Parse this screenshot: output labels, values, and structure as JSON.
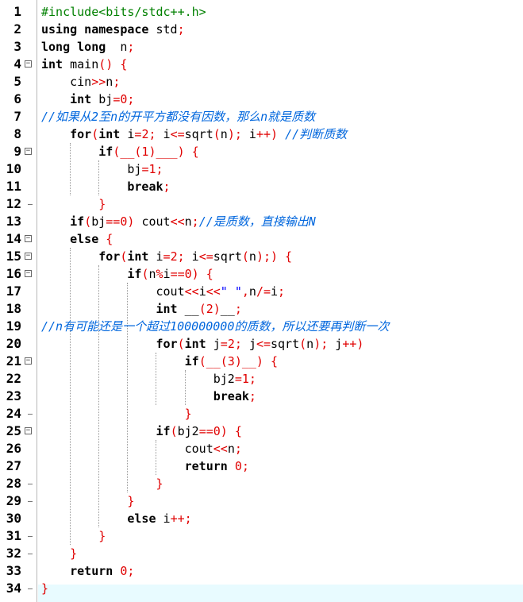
{
  "editor": {
    "lines": [
      {
        "n": "1",
        "tokens": [
          {
            "t": "#include<bits/stdc++.h>",
            "c": "pp"
          }
        ]
      },
      {
        "n": "2",
        "tokens": [
          {
            "t": "using namespace",
            "c": "kw"
          },
          {
            "t": " std"
          },
          {
            "t": ";",
            "c": "op"
          }
        ]
      },
      {
        "n": "3",
        "tokens": [
          {
            "t": "long long",
            "c": "kw"
          },
          {
            "t": "  n"
          },
          {
            "t": ";",
            "c": "op"
          }
        ]
      },
      {
        "n": "4",
        "tokens": [
          {
            "t": "int",
            "c": "kw"
          },
          {
            "t": " main"
          },
          {
            "t": "() {",
            "c": "op"
          }
        ]
      },
      {
        "n": "5",
        "tokens": [
          {
            "t": "    cin"
          },
          {
            "t": ">>",
            "c": "op"
          },
          {
            "t": "n"
          },
          {
            "t": ";",
            "c": "op"
          }
        ]
      },
      {
        "n": "6",
        "tokens": [
          {
            "t": "    "
          },
          {
            "t": "int",
            "c": "kw"
          },
          {
            "t": " bj"
          },
          {
            "t": "=",
            "c": "op"
          },
          {
            "t": "0",
            "c": "num"
          },
          {
            "t": ";",
            "c": "op"
          }
        ]
      },
      {
        "n": "7",
        "tokens": [
          {
            "t": "//如果从2至n的开平方都没有因数，那么n就是质数",
            "c": "cm"
          }
        ]
      },
      {
        "n": "8",
        "tokens": [
          {
            "t": "    "
          },
          {
            "t": "for",
            "c": "kw"
          },
          {
            "t": "(",
            "c": "op"
          },
          {
            "t": "int",
            "c": "kw"
          },
          {
            "t": " i"
          },
          {
            "t": "=",
            "c": "op"
          },
          {
            "t": "2",
            "c": "num"
          },
          {
            "t": "; ",
            "c": "op"
          },
          {
            "t": "i"
          },
          {
            "t": "<=",
            "c": "op"
          },
          {
            "t": "sqrt"
          },
          {
            "t": "(",
            "c": "op"
          },
          {
            "t": "n"
          },
          {
            "t": "); ",
            "c": "op"
          },
          {
            "t": "i"
          },
          {
            "t": "++) ",
            "c": "op"
          },
          {
            "t": "//判断质数",
            "c": "cm"
          }
        ]
      },
      {
        "n": "9",
        "tokens": [
          {
            "t": "        "
          },
          {
            "t": "if",
            "c": "kw"
          },
          {
            "t": "(__(1)___) {",
            "c": "op"
          }
        ]
      },
      {
        "n": "10",
        "tokens": [
          {
            "t": "            bj"
          },
          {
            "t": "=",
            "c": "op"
          },
          {
            "t": "1",
            "c": "num"
          },
          {
            "t": ";",
            "c": "op"
          }
        ]
      },
      {
        "n": "11",
        "tokens": [
          {
            "t": "            "
          },
          {
            "t": "break",
            "c": "kw"
          },
          {
            "t": ";",
            "c": "op"
          }
        ]
      },
      {
        "n": "12",
        "tokens": [
          {
            "t": "        "
          },
          {
            "t": "}",
            "c": "op"
          }
        ]
      },
      {
        "n": "13",
        "tokens": [
          {
            "t": "    "
          },
          {
            "t": "if",
            "c": "kw"
          },
          {
            "t": "(",
            "c": "op"
          },
          {
            "t": "bj"
          },
          {
            "t": "==",
            "c": "op"
          },
          {
            "t": "0",
            "c": "num"
          },
          {
            "t": ") ",
            "c": "op"
          },
          {
            "t": "cout"
          },
          {
            "t": "<<",
            "c": "op"
          },
          {
            "t": "n"
          },
          {
            "t": ";",
            "c": "op"
          },
          {
            "t": "//是质数，直接输出N",
            "c": "cm"
          }
        ]
      },
      {
        "n": "14",
        "tokens": [
          {
            "t": "    "
          },
          {
            "t": "else",
            "c": "kw"
          },
          {
            "t": " {",
            "c": "op"
          }
        ]
      },
      {
        "n": "15",
        "tokens": [
          {
            "t": "        "
          },
          {
            "t": "for",
            "c": "kw"
          },
          {
            "t": "(",
            "c": "op"
          },
          {
            "t": "int",
            "c": "kw"
          },
          {
            "t": " i"
          },
          {
            "t": "=",
            "c": "op"
          },
          {
            "t": "2",
            "c": "num"
          },
          {
            "t": "; ",
            "c": "op"
          },
          {
            "t": "i"
          },
          {
            "t": "<=",
            "c": "op"
          },
          {
            "t": "sqrt"
          },
          {
            "t": "(",
            "c": "op"
          },
          {
            "t": "n"
          },
          {
            "t": ");) {",
            "c": "op"
          }
        ]
      },
      {
        "n": "16",
        "tokens": [
          {
            "t": "            "
          },
          {
            "t": "if",
            "c": "kw"
          },
          {
            "t": "(",
            "c": "op"
          },
          {
            "t": "n"
          },
          {
            "t": "%",
            "c": "op"
          },
          {
            "t": "i"
          },
          {
            "t": "==",
            "c": "op"
          },
          {
            "t": "0",
            "c": "num"
          },
          {
            "t": ") {",
            "c": "op"
          }
        ]
      },
      {
        "n": "17",
        "tokens": [
          {
            "t": "                cout"
          },
          {
            "t": "<<",
            "c": "op"
          },
          {
            "t": "i"
          },
          {
            "t": "<<",
            "c": "op"
          },
          {
            "t": "\" \"",
            "c": "str"
          },
          {
            "t": ",",
            "c": "op"
          },
          {
            "t": "n"
          },
          {
            "t": "/=",
            "c": "op"
          },
          {
            "t": "i"
          },
          {
            "t": ";",
            "c": "op"
          }
        ]
      },
      {
        "n": "18",
        "tokens": [
          {
            "t": "                "
          },
          {
            "t": "int",
            "c": "kw"
          },
          {
            "t": " __"
          },
          {
            "t": "(2)",
            "c": "op"
          },
          {
            "t": "__"
          },
          {
            "t": ";",
            "c": "op"
          }
        ]
      },
      {
        "n": "19",
        "tokens": [
          {
            "t": "//n有可能还是一个超过100000000的质数，所以还要再判断一次",
            "c": "cm"
          }
        ]
      },
      {
        "n": "20",
        "tokens": [
          {
            "t": "                "
          },
          {
            "t": "for",
            "c": "kw"
          },
          {
            "t": "(",
            "c": "op"
          },
          {
            "t": "int",
            "c": "kw"
          },
          {
            "t": " j"
          },
          {
            "t": "=",
            "c": "op"
          },
          {
            "t": "2",
            "c": "num"
          },
          {
            "t": "; ",
            "c": "op"
          },
          {
            "t": "j"
          },
          {
            "t": "<=",
            "c": "op"
          },
          {
            "t": "sqrt"
          },
          {
            "t": "(",
            "c": "op"
          },
          {
            "t": "n"
          },
          {
            "t": "); ",
            "c": "op"
          },
          {
            "t": "j"
          },
          {
            "t": "++)",
            "c": "op"
          }
        ]
      },
      {
        "n": "21",
        "tokens": [
          {
            "t": "                    "
          },
          {
            "t": "if",
            "c": "kw"
          },
          {
            "t": "(__(3)__) {",
            "c": "op"
          }
        ]
      },
      {
        "n": "22",
        "tokens": [
          {
            "t": "                        bj2"
          },
          {
            "t": "=",
            "c": "op"
          },
          {
            "t": "1",
            "c": "num"
          },
          {
            "t": ";",
            "c": "op"
          }
        ]
      },
      {
        "n": "23",
        "tokens": [
          {
            "t": "                        "
          },
          {
            "t": "break",
            "c": "kw"
          },
          {
            "t": ";",
            "c": "op"
          }
        ]
      },
      {
        "n": "24",
        "tokens": [
          {
            "t": "                    "
          },
          {
            "t": "}",
            "c": "op"
          }
        ]
      },
      {
        "n": "25",
        "tokens": [
          {
            "t": "                "
          },
          {
            "t": "if",
            "c": "kw"
          },
          {
            "t": "(",
            "c": "op"
          },
          {
            "t": "bj2"
          },
          {
            "t": "==",
            "c": "op"
          },
          {
            "t": "0",
            "c": "num"
          },
          {
            "t": ") {",
            "c": "op"
          }
        ]
      },
      {
        "n": "26",
        "tokens": [
          {
            "t": "                    cout"
          },
          {
            "t": "<<",
            "c": "op"
          },
          {
            "t": "n"
          },
          {
            "t": ";",
            "c": "op"
          }
        ]
      },
      {
        "n": "27",
        "tokens": [
          {
            "t": "                    "
          },
          {
            "t": "return",
            "c": "kw"
          },
          {
            "t": " "
          },
          {
            "t": "0",
            "c": "num"
          },
          {
            "t": ";",
            "c": "op"
          }
        ]
      },
      {
        "n": "28",
        "tokens": [
          {
            "t": "                "
          },
          {
            "t": "}",
            "c": "op"
          }
        ]
      },
      {
        "n": "29",
        "tokens": [
          {
            "t": "            "
          },
          {
            "t": "}",
            "c": "op"
          }
        ]
      },
      {
        "n": "30",
        "tokens": [
          {
            "t": "            "
          },
          {
            "t": "else",
            "c": "kw"
          },
          {
            "t": " i"
          },
          {
            "t": "++;",
            "c": "op"
          }
        ]
      },
      {
        "n": "31",
        "tokens": [
          {
            "t": "        "
          },
          {
            "t": "}",
            "c": "op"
          }
        ]
      },
      {
        "n": "32",
        "tokens": [
          {
            "t": "    "
          },
          {
            "t": "}",
            "c": "op"
          }
        ]
      },
      {
        "n": "33",
        "tokens": [
          {
            "t": "    "
          },
          {
            "t": "return",
            "c": "kw"
          },
          {
            "t": " "
          },
          {
            "t": "0",
            "c": "num"
          },
          {
            "t": ";",
            "c": "op"
          }
        ]
      },
      {
        "n": "34",
        "tokens": [
          {
            "t": "}",
            "c": "op"
          }
        ]
      }
    ],
    "fold_markers": [
      "4",
      "9",
      "14",
      "15",
      "16",
      "21",
      "25"
    ],
    "fold_ends": [
      "12",
      "24",
      "28",
      "29",
      "31",
      "32",
      "34"
    ],
    "colors": {
      "keyword": "#000000",
      "operator": "#e00000",
      "preprocessor": "#008000",
      "comment": "#0066dd",
      "string": "#0000ff",
      "current_line": "#e8fbff"
    }
  }
}
